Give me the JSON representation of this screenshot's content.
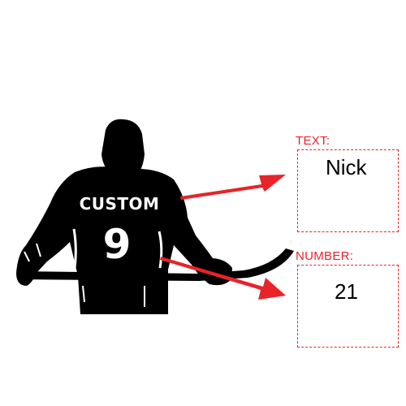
{
  "jersey": {
    "name": "CUSTOM",
    "number": "9"
  },
  "fields": {
    "text": {
      "label": "TEXT:",
      "value": "Nick"
    },
    "number": {
      "label": "NUMBER:",
      "value": "21"
    }
  },
  "colors": {
    "accent": "#e8232a",
    "silhouette": "#000000",
    "jersey_text": "#ffffff"
  },
  "icons": {
    "player": "hockey-player-silhouette",
    "arrow": "red-arrow"
  }
}
